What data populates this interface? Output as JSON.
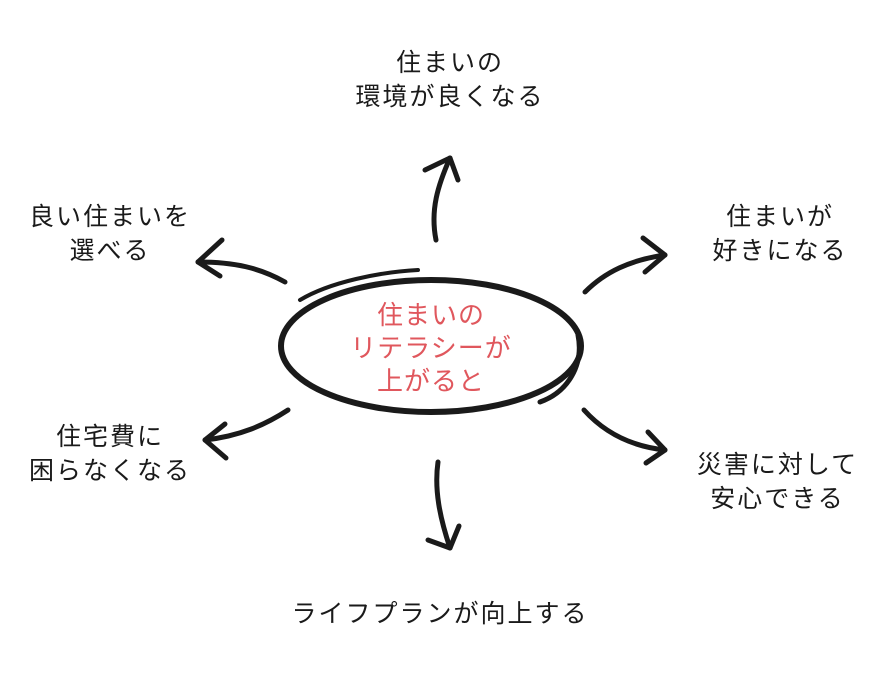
{
  "center": {
    "lines": [
      "住まいの",
      "リテラシーが",
      "上がると"
    ]
  },
  "outcomes": {
    "top": [
      "住まいの",
      "環境が良くなる"
    ],
    "upper_left": [
      "良い住まいを",
      "選べる"
    ],
    "upper_right": [
      "住まいが",
      "好きになる"
    ],
    "lower_left": [
      "住宅費に",
      "困らなくなる"
    ],
    "lower_right": [
      "災害に対して",
      "安心できる"
    ],
    "bottom": [
      "ライフプランが向上する"
    ]
  },
  "colors": {
    "center_text": "#e0575d",
    "ink": "#1a1a1a",
    "background": "#ffffff"
  }
}
